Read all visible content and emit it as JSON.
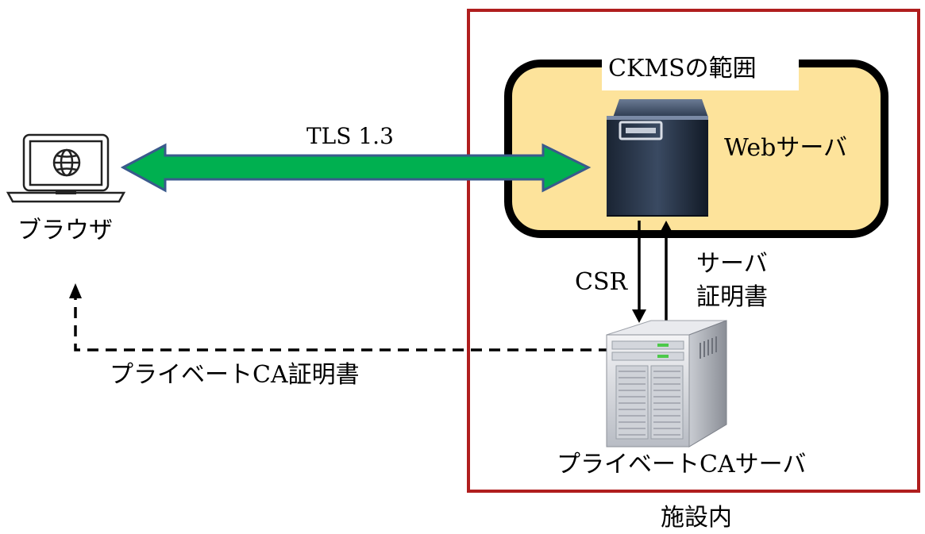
{
  "diagram": {
    "facility_label": "施設内",
    "ckms_scope_label": "CKMSの範囲",
    "web_server_label": "Webサーバ",
    "browser_label": "ブラウザ",
    "tls_label": "TLS 1.3",
    "csr_label": "CSR",
    "server_cert_label_line1": "サーバ",
    "server_cert_label_line2": "証明書",
    "private_ca_cert_label": "プライベートCA証明書",
    "private_ca_server_label": "プライベートCAサーバ"
  },
  "colors": {
    "facility_border": "#b01e1e",
    "ckms_fill": "#fde39b",
    "ckms_border": "#000000",
    "tls_arrow_fill": "#00b050",
    "tls_arrow_stroke": "#3a5a8c"
  },
  "icons": {
    "browser": "laptop-globe-icon",
    "web_server": "server-tower-icon",
    "ca_server": "rack-server-icon"
  }
}
